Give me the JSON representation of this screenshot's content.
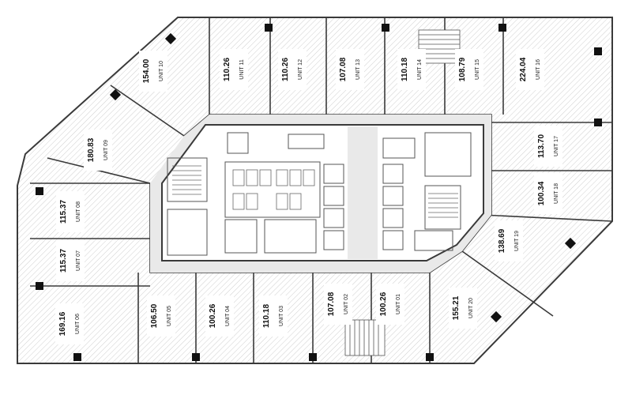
{
  "floor_plan": {
    "colors": {
      "background": "#ffffff",
      "hatch_line": "#cfcfcf",
      "wall": "#3a3a3a",
      "core_fill": "#ffffff",
      "core_band": "#e9e9e9",
      "column": "#111111",
      "label_box": "#ffffff"
    },
    "units": [
      {
        "id": "u10",
        "label": "UNIT 10",
        "area": "154.00"
      },
      {
        "id": "u11",
        "label": "UNIT 11",
        "area": "110.26"
      },
      {
        "id": "u12",
        "label": "UNIT 12",
        "area": "110.26"
      },
      {
        "id": "u13",
        "label": "UNIT 13",
        "area": "107.08"
      },
      {
        "id": "u14",
        "label": "UNIT 14",
        "area": "110.18"
      },
      {
        "id": "u15",
        "label": "UNIT 15",
        "area": "108.79"
      },
      {
        "id": "u16",
        "label": "UNIT 16",
        "area": "224.04"
      },
      {
        "id": "u17",
        "label": "UNIT 17",
        "area": "113.70"
      },
      {
        "id": "u18",
        "label": "UNIT 18",
        "area": "100.34"
      },
      {
        "id": "u19",
        "label": "UNIT 19",
        "area": "138.69"
      },
      {
        "id": "u20",
        "label": "UNIT 20",
        "area": "155.21"
      },
      {
        "id": "u01",
        "label": "UNIT 01",
        "area": "100.26"
      },
      {
        "id": "u02",
        "label": "UNIT 02",
        "area": "107.08"
      },
      {
        "id": "u03",
        "label": "UNIT 03",
        "area": "110.18"
      },
      {
        "id": "u04",
        "label": "UNIT 04",
        "area": "100.26"
      },
      {
        "id": "u05",
        "label": "UNIT 05",
        "area": "106.50"
      },
      {
        "id": "u06",
        "label": "UNIT 06",
        "area": "169.16"
      },
      {
        "id": "u07",
        "label": "UNIT 07",
        "area": "115.37"
      },
      {
        "id": "u08",
        "label": "UNIT 08",
        "area": "115.37"
      },
      {
        "id": "u09",
        "label": "UNIT 09",
        "area": "180.83"
      }
    ]
  }
}
